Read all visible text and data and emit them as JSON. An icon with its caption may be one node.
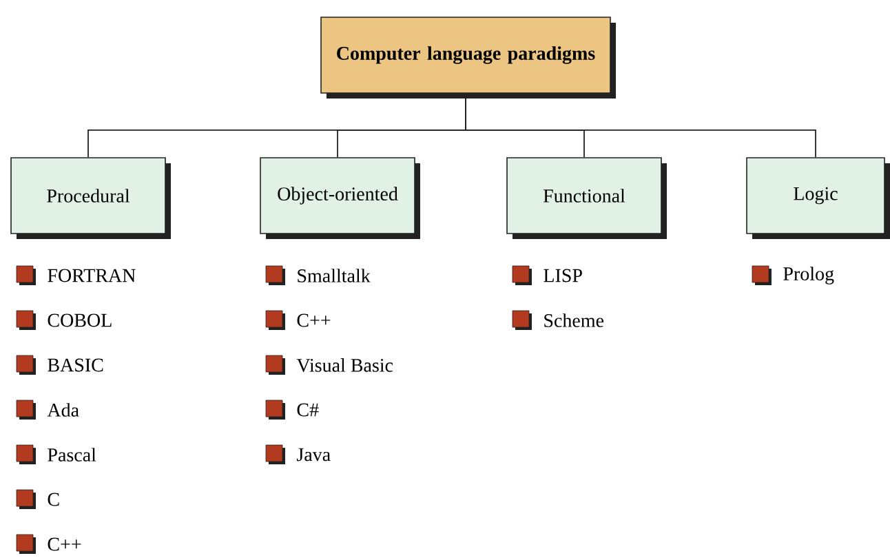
{
  "diagram": {
    "nodes": [
      {
        "text": [
          "Computer language paradigms"
        ]
      },
      {
        "text": [
          "Procedural"
        ],
        "beside": [
          "FORTRAN",
          "COBOL",
          "BASIC",
          "Ada",
          "Pascal",
          "C",
          "C++"
        ]
      },
      {
        "text": [
          "Object-oriented"
        ],
        "beside": [
          "Smalltalk",
          "C++",
          "Visual Basic",
          "C#",
          "Java"
        ]
      },
      {
        "text": [
          "Functional"
        ],
        "beside": [
          "LISP",
          "Scheme"
        ]
      },
      {
        "text": [
          "Logic"
        ],
        "beside": [
          "Prolog"
        ]
      }
    ],
    "edges": [
      {
        "from": 0,
        "to": 1,
        "arrow": "none"
      },
      {
        "from": 0,
        "to": 2,
        "arrow": "none"
      },
      {
        "from": 0,
        "to": 3,
        "arrow": "none"
      },
      {
        "from": 0,
        "to": 4,
        "arrow": "none"
      }
    ]
  }
}
